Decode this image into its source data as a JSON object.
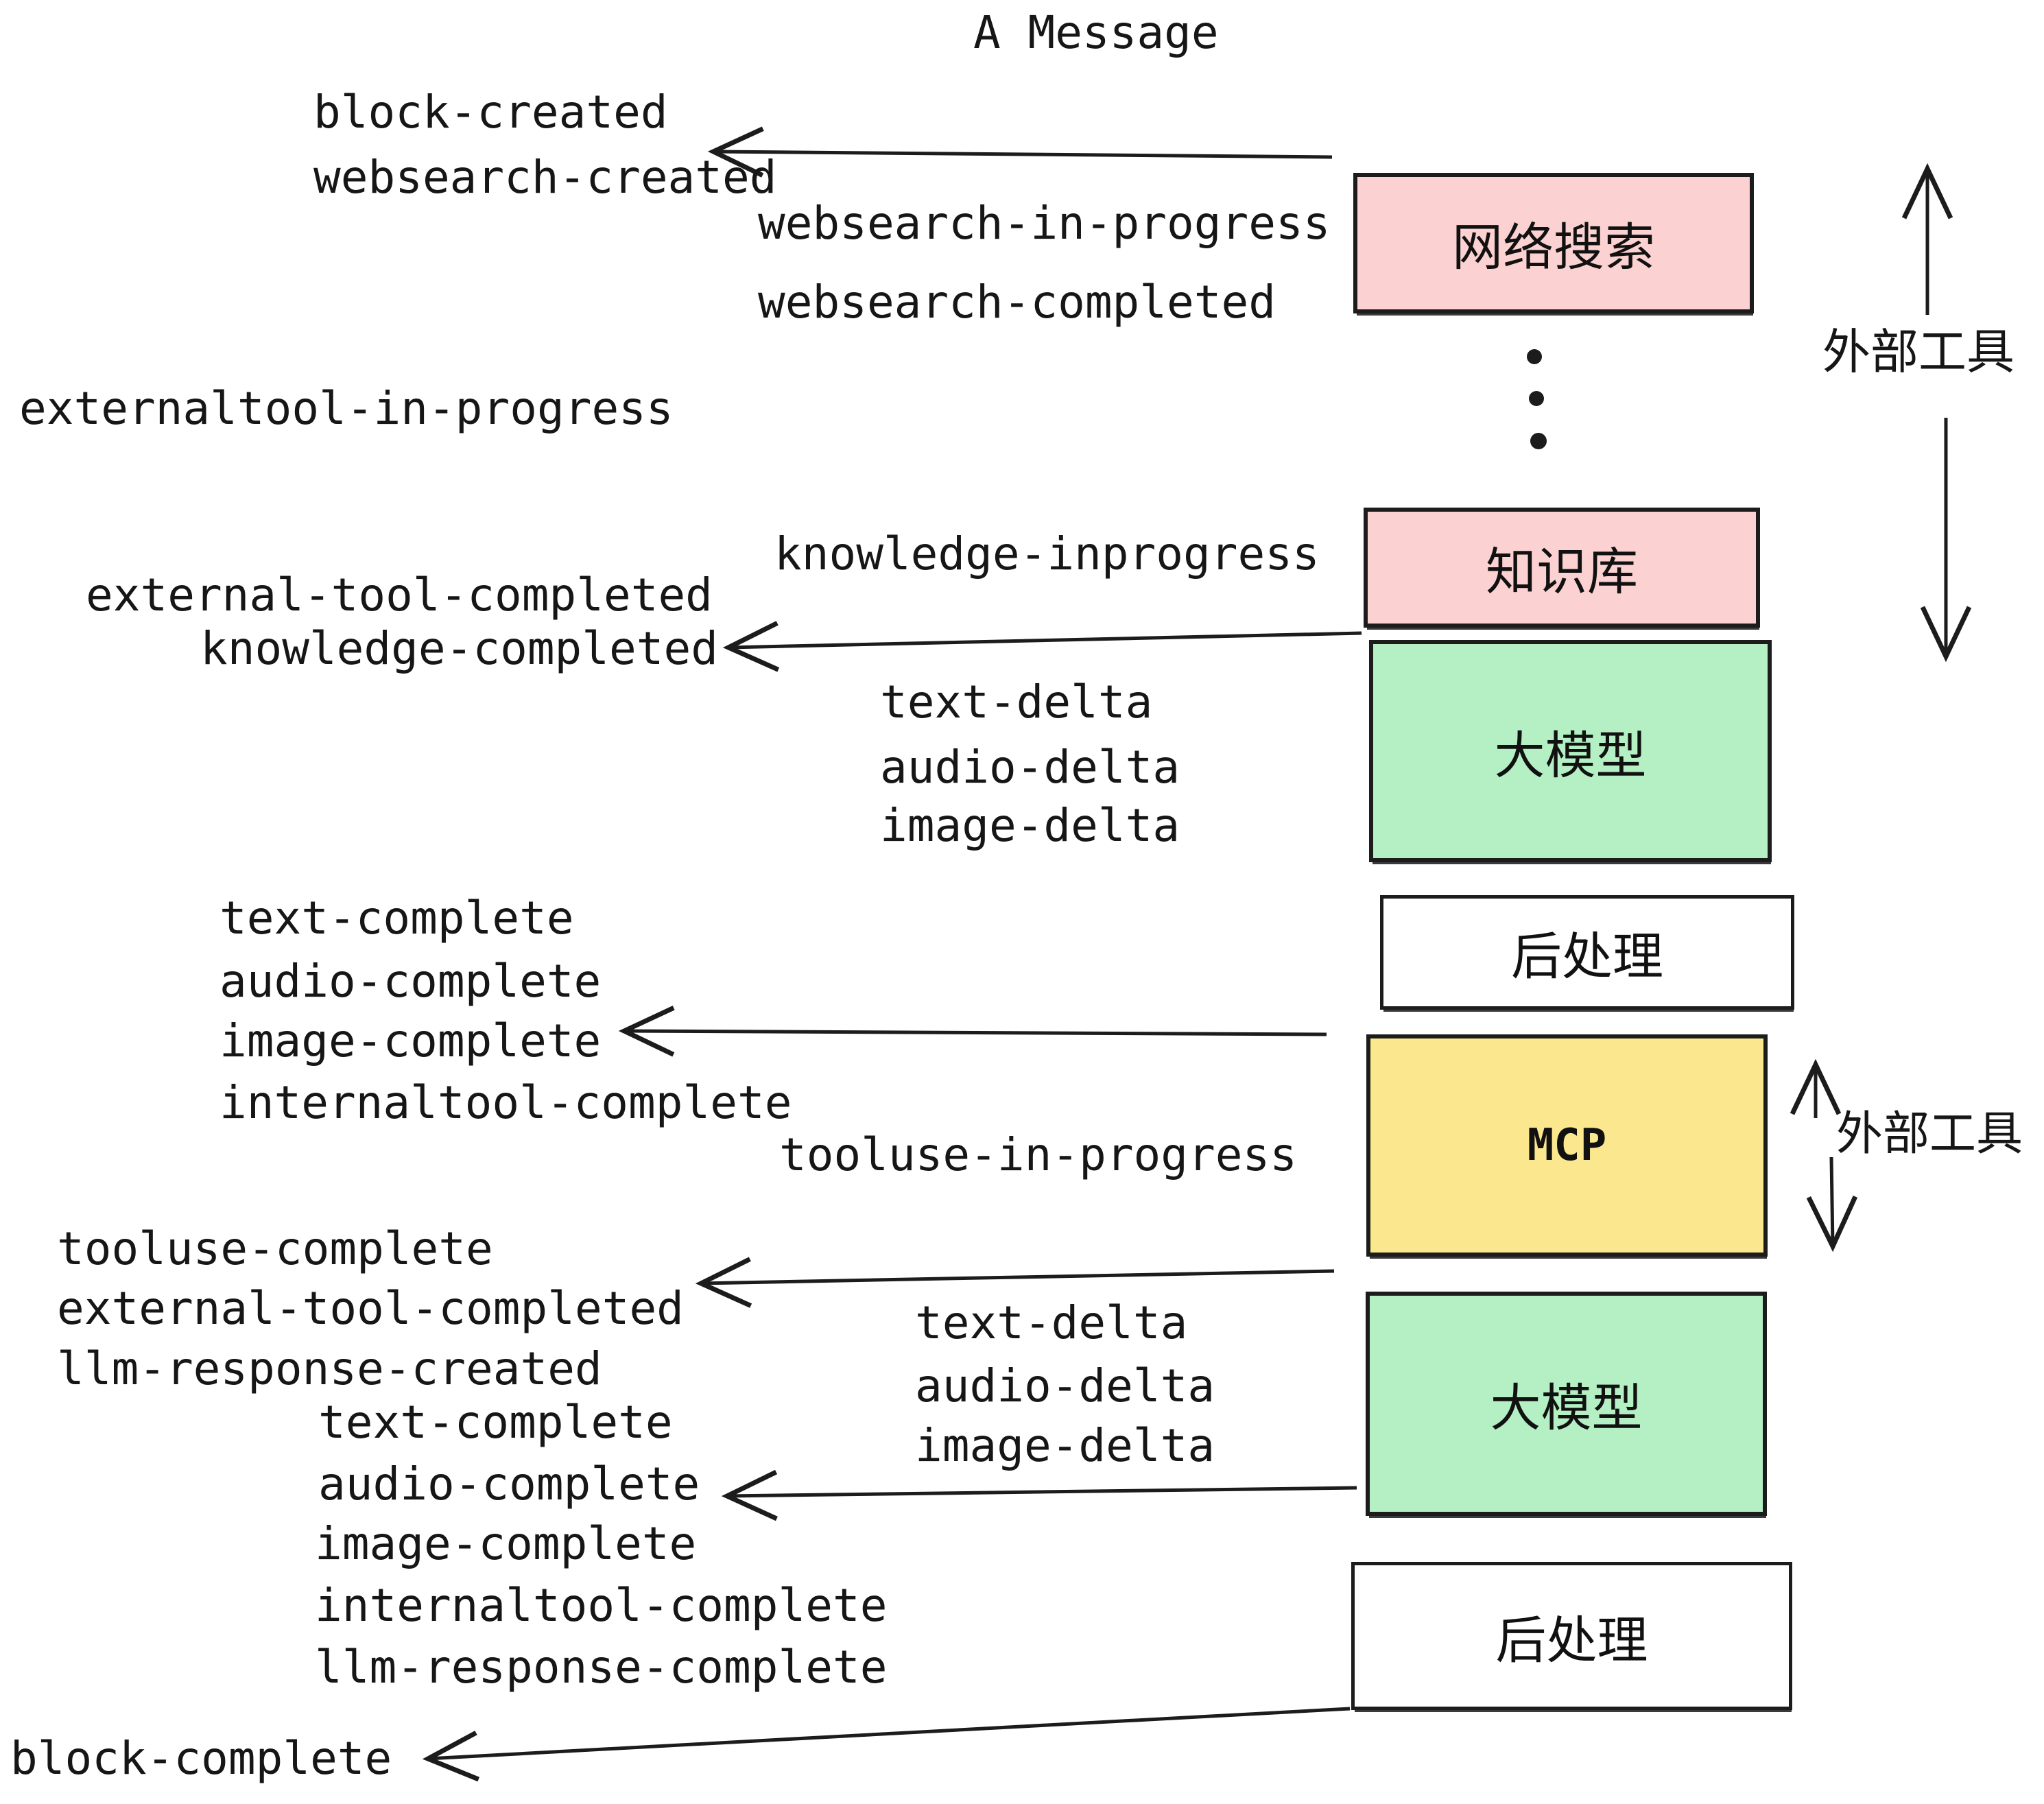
{
  "title": "A Message",
  "colors": {
    "pink": "#fcd1d1",
    "green": "#b4f0c3",
    "yellow": "#fbe88e",
    "white": "#ffffff",
    "ink": "#1c1c1c"
  },
  "boxes": [
    {
      "id": "websearch",
      "label": "网络搜索",
      "color": "#fcd1d1"
    },
    {
      "id": "knowledge",
      "label": "知识库",
      "color": "#fcd1d1"
    },
    {
      "id": "llm-1",
      "label": "大模型",
      "color": "#b4f0c3"
    },
    {
      "id": "post-1",
      "label": "后处理",
      "color": "#ffffff"
    },
    {
      "id": "mcp",
      "label": "MCP",
      "color": "#fbe88e"
    },
    {
      "id": "llm-2",
      "label": "大模型",
      "color": "#b4f0c3"
    },
    {
      "id": "post-2",
      "label": "后处理",
      "color": "#ffffff"
    }
  ],
  "side_labels": [
    "外部工具",
    "外部工具"
  ],
  "events": [
    "block-created",
    "websearch-created",
    "websearch-in-progress",
    "websearch-completed",
    "externaltool-in-progress",
    "knowledge-inprogress",
    "external-tool-completed",
    "knowledge-completed",
    "text-delta",
    "audio-delta",
    "image-delta",
    "text-complete",
    "audio-complete",
    "image-complete",
    "internaltool-complete",
    "tooluse-in-progress",
    "tooluse-complete",
    "external-tool-completed",
    "llm-response-created",
    "text-complete",
    "audio-complete",
    "image-complete",
    "internaltool-complete",
    "llm-response-complete",
    "block-complete",
    "text-delta",
    "audio-delta",
    "image-delta"
  ]
}
